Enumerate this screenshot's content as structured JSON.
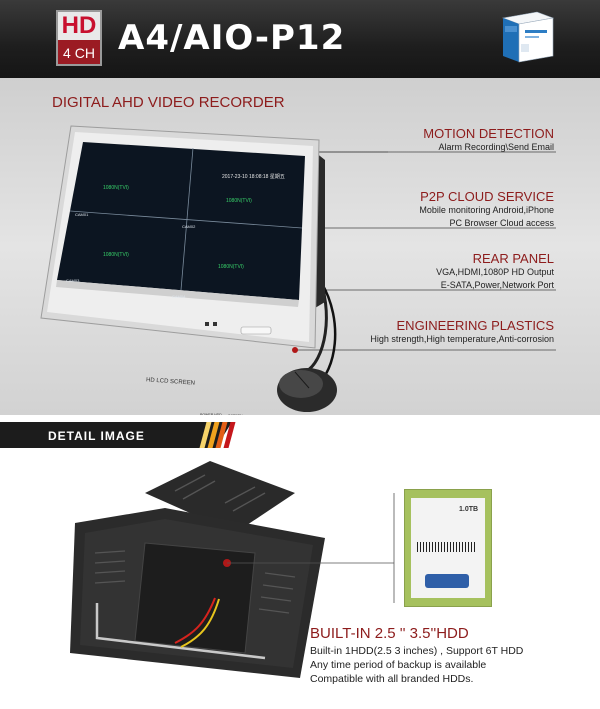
{
  "header": {
    "badge_hd": "HD",
    "badge_ch": "4 CH",
    "model": "A4/AIO-P12"
  },
  "feature": {
    "title": "DIGITAL AHD VIDEO RECORDER",
    "screen": {
      "timestamp": "2017-23-10 18:08:18 星期五",
      "tile_label": "1080N(TVI)",
      "cameras": [
        "CAM01",
        "CAM02",
        "CAM03",
        "CAM04"
      ],
      "bezel_text": "HD LCD SCREEN",
      "power_label": "POWER HDD",
      "screen_label": "SCREEN"
    },
    "callouts": [
      {
        "title": "MOTION DETECTION",
        "lines": [
          "Alarm Recording\\Send Email"
        ]
      },
      {
        "title": "P2P CLOUD SERVICE",
        "lines": [
          "Mobile monitoring Android,iPhone",
          "PC Browser Cloud access"
        ]
      },
      {
        "title": "REAR PANEL",
        "lines": [
          "VGA,HDMI,1080P HD Output",
          "E-SATA,Power,Network Port"
        ]
      },
      {
        "title": "ENGINEERING PLASTICS",
        "lines": [
          "High strength,High temperature,Anti-corrosion"
        ]
      }
    ]
  },
  "detail": {
    "label": "DETAIL IMAGE",
    "hdd_label": "1.0TB",
    "hdd_title": "BUILT-IN 2.5 '' 3.5''HDD",
    "hdd_lines": [
      "Built-in  1HDD(2.5 3 inches) , Support 6T HDD",
      "Any time period of backup is available",
      "Compatible with all branded HDDs."
    ]
  },
  "colors": {
    "accent_red": "#8d1c1c",
    "header_dark": "#1e1e1e",
    "stripe": [
      "#f6d36a",
      "#f0a21e",
      "#e25e17",
      "#c5171c"
    ]
  }
}
